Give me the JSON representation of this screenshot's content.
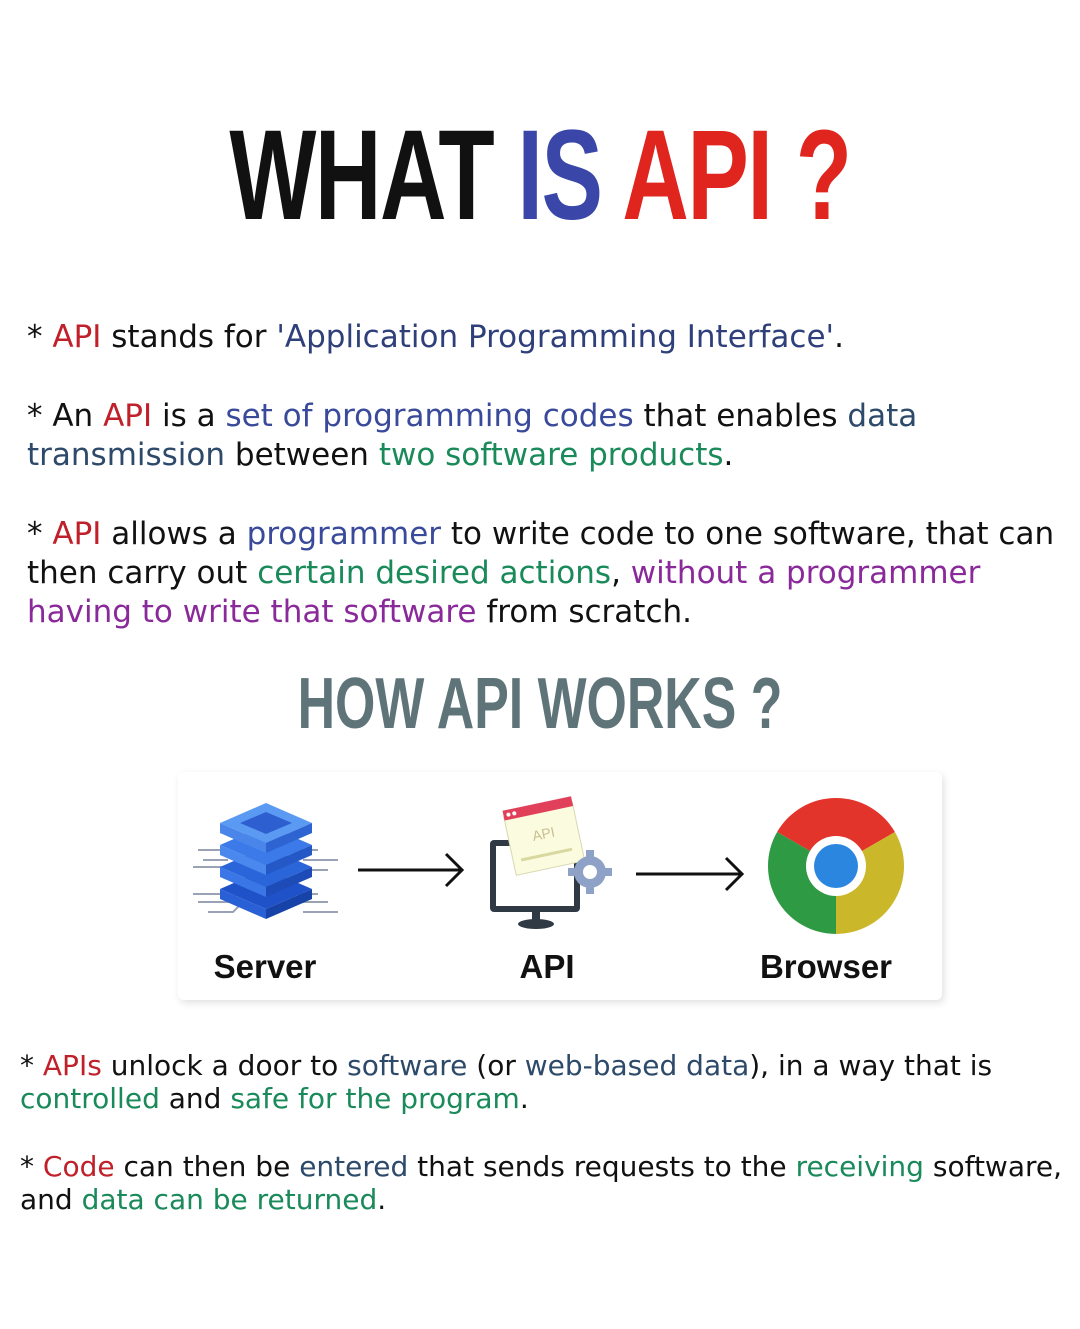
{
  "title": {
    "part1": "WHAT ",
    "part2": "IS ",
    "part3": "API ?",
    "colors": {
      "part1": "#111111",
      "part2": "#3a47a8",
      "part3": "#e0251e"
    }
  },
  "para1": [
    {
      "t": "* ",
      "c": "#111111"
    },
    {
      "t": "API",
      "c": "#c0202a"
    },
    {
      "t": " stands for ",
      "c": "#111111"
    },
    {
      "t": "'Application Programming Interface'",
      "c": "#2e3f7a"
    },
    {
      "t": ".",
      "c": "#111111"
    }
  ],
  "para2": [
    {
      "t": "* An ",
      "c": "#111111"
    },
    {
      "t": "API",
      "c": "#c0202a"
    },
    {
      "t": " is a ",
      "c": "#111111"
    },
    {
      "t": "set of programming codes",
      "c": "#3a4a9a"
    },
    {
      "t": " that enables ",
      "c": "#111111"
    },
    {
      "t": "data transmission",
      "c": "#2e4a6a"
    },
    {
      "t": " between ",
      "c": "#111111"
    },
    {
      "t": "two software products",
      "c": "#1a8a5a"
    },
    {
      "t": ".",
      "c": "#111111"
    }
  ],
  "para3": [
    {
      "t": "* ",
      "c": "#111111"
    },
    {
      "t": "API",
      "c": "#c0202a"
    },
    {
      "t": " allows a ",
      "c": "#111111"
    },
    {
      "t": "programmer",
      "c": "#3a4a9a"
    },
    {
      "t": " to write code to one software, that can then carry out ",
      "c": "#111111"
    },
    {
      "t": "certain desired actions",
      "c": "#1a8a5a"
    },
    {
      "t": ", ",
      "c": "#111111"
    },
    {
      "t": "without a programmer having to write that software",
      "c": "#8a2a9a"
    },
    {
      "t": " from scratch.",
      "c": "#111111"
    }
  ],
  "subtitle": "HOW API WORKS ?",
  "diagram": {
    "server_label": "Server",
    "api_label": "API",
    "browser_label": "Browser",
    "screen_text": "API"
  },
  "para4": [
    {
      "t": "* ",
      "c": "#111111"
    },
    {
      "t": "APIs",
      "c": "#c0202a"
    },
    {
      "t": " unlock a door to ",
      "c": "#111111"
    },
    {
      "t": "software",
      "c": "#2e4a6a"
    },
    {
      "t": " (or ",
      "c": "#111111"
    },
    {
      "t": "web-based data",
      "c": "#2e4a6a"
    },
    {
      "t": "), in a way that is ",
      "c": "#111111"
    },
    {
      "t": "controlled",
      "c": "#1a8a5a"
    },
    {
      "t": " and ",
      "c": "#111111"
    },
    {
      "t": "safe for the program",
      "c": "#1a8a5a"
    },
    {
      "t": ".",
      "c": "#111111"
    }
  ],
  "para5": [
    {
      "t": "* ",
      "c": "#111111"
    },
    {
      "t": "Code",
      "c": "#c0202a"
    },
    {
      "t": " can then be ",
      "c": "#111111"
    },
    {
      "t": "entered",
      "c": "#2e4a6a"
    },
    {
      "t": " that sends requests to the ",
      "c": "#111111"
    },
    {
      "t": "receiving",
      "c": "#1a8a5a"
    },
    {
      "t": " software, and ",
      "c": "#111111"
    },
    {
      "t": "data can be returned",
      "c": "#1a8a5a"
    },
    {
      "t": ".",
      "c": "#111111"
    }
  ]
}
